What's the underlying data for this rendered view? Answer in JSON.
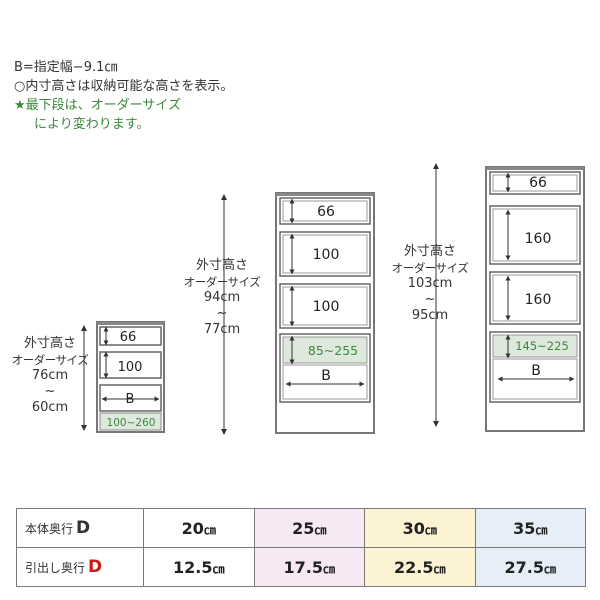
{
  "notes": {
    "line1": "B=指定幅−9.1㎝",
    "line2": "○内寸高さは収納可能な高さを表示。",
    "line3": "★最下段は、オーダーサイズ",
    "line4": "により変わります。"
  },
  "small_unit": {
    "title": "外寸高さ",
    "order": "オーダーサイズ",
    "max": "76cm",
    "tilde": "~",
    "min": "60cm",
    "drawers": [
      "66",
      "100",
      "B"
    ],
    "bottom": "100~260"
  },
  "medium_unit": {
    "title": "外寸高さ",
    "order": "オーダーサイズ",
    "max": "94cm",
    "tilde": "~",
    "min": "77cm",
    "drawers": [
      "66",
      "100",
      "100"
    ],
    "bottom_range": "85~255",
    "bottom": "B"
  },
  "large_unit": {
    "title": "外寸高さ",
    "order": "オーダーサイズ",
    "max": "103cm",
    "tilde": "~",
    "min": "95cm",
    "drawers": [
      "66",
      "160",
      "160"
    ],
    "bottom_range": "145~225",
    "bottom": "B"
  },
  "table": {
    "row1": {
      "label": "本体奥行",
      "letter": "D",
      "unit": "㎝",
      "values": [
        "20",
        "25",
        "30",
        "35"
      ]
    },
    "row2": {
      "label": "引出し奥行",
      "letter": "D",
      "unit": "㎝",
      "values": [
        "12.5",
        "17.5",
        "22.5",
        "27.5"
      ]
    }
  },
  "colors": {
    "green": "#3a8a3a",
    "red": "#d01818",
    "col_pink": "#f6e9f4",
    "col_yellow": "#fbf3d2",
    "col_blue": "#e6eff8"
  }
}
